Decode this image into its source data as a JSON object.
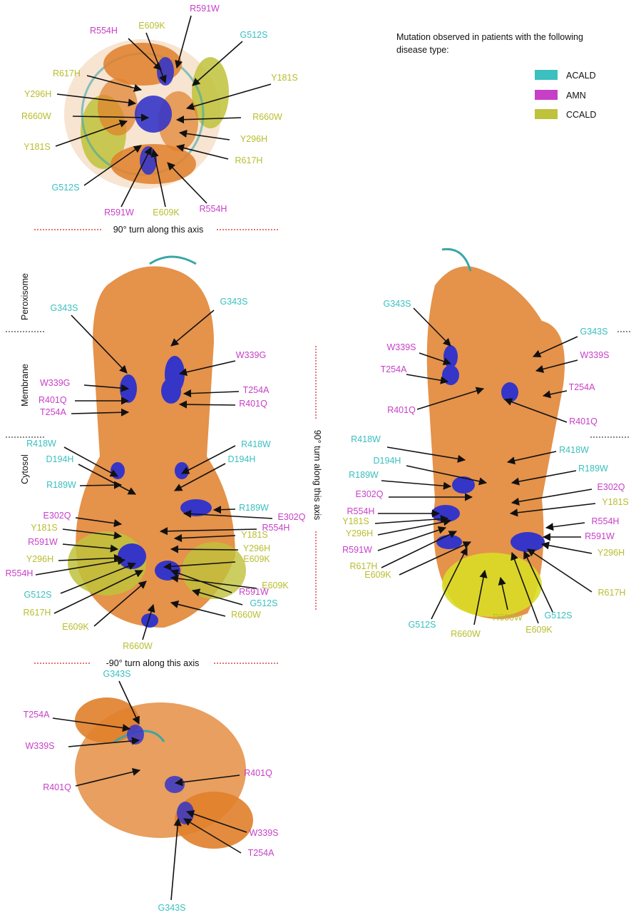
{
  "legend": {
    "title_line1": "Mutation observed in patients with the following",
    "title_line2": "disease type:",
    "items": [
      {
        "label": "ACALD",
        "color": "#3bbfbf"
      },
      {
        "label": "AMN",
        "color": "#c73fc7"
      },
      {
        "label": "CCALD",
        "color": "#bfc23b"
      }
    ]
  },
  "colors": {
    "ACALD": "#3bbfbf",
    "AMN": "#c73fc7",
    "CCALD": "#b9bd2e",
    "helix": "#e07f2a",
    "atoms": "#3535c8"
  },
  "axis_notes": {
    "top": "90° turn along this axis",
    "right": "90° turn along this axis",
    "bottom": "-90° turn along this axis"
  },
  "regions": {
    "peroxisome": "Peroxisome",
    "membrane": "Membrane",
    "cytosol": "Cytosol"
  },
  "views": {
    "top": [
      {
        "label": "R591W",
        "type": "AMN"
      },
      {
        "label": "E609K",
        "type": "CCALD"
      },
      {
        "label": "R554H",
        "type": "AMN"
      },
      {
        "label": "G512S",
        "type": "ACALD"
      },
      {
        "label": "Y181S",
        "type": "CCALD"
      },
      {
        "label": "R617H",
        "type": "CCALD"
      },
      {
        "label": "Y296H",
        "type": "CCALD"
      },
      {
        "label": "R660W",
        "type": "CCALD"
      },
      {
        "label": "R660W",
        "type": "CCALD"
      },
      {
        "label": "Y181S",
        "type": "CCALD"
      },
      {
        "label": "Y296H",
        "type": "CCALD"
      },
      {
        "label": "R617H",
        "type": "CCALD"
      },
      {
        "label": "G512S",
        "type": "ACALD"
      },
      {
        "label": "R591W",
        "type": "AMN"
      },
      {
        "label": "E609K",
        "type": "CCALD"
      },
      {
        "label": "R554H",
        "type": "AMN"
      }
    ],
    "side": [
      {
        "label": "G343S",
        "type": "ACALD"
      },
      {
        "label": "G343S",
        "type": "ACALD"
      },
      {
        "label": "W339G",
        "type": "AMN"
      },
      {
        "label": "W339G",
        "type": "AMN"
      },
      {
        "label": "T254A",
        "type": "AMN"
      },
      {
        "label": "R401Q",
        "type": "AMN"
      },
      {
        "label": "R401Q",
        "type": "AMN"
      },
      {
        "label": "T254A",
        "type": "AMN"
      },
      {
        "label": "R418W",
        "type": "ACALD"
      },
      {
        "label": "R418W",
        "type": "ACALD"
      },
      {
        "label": "D194H",
        "type": "ACALD"
      },
      {
        "label": "D194H",
        "type": "ACALD"
      },
      {
        "label": "R189W",
        "type": "ACALD"
      },
      {
        "label": "R189W",
        "type": "ACALD"
      },
      {
        "label": "E302Q",
        "type": "AMN"
      },
      {
        "label": "E302Q",
        "type": "AMN"
      },
      {
        "label": "R554H",
        "type": "AMN"
      },
      {
        "label": "Y181S",
        "type": "CCALD"
      },
      {
        "label": "Y181S",
        "type": "CCALD"
      },
      {
        "label": "Y296H",
        "type": "CCALD"
      },
      {
        "label": "R591W",
        "type": "AMN"
      },
      {
        "label": "E609K",
        "type": "CCALD"
      },
      {
        "label": "Y296H",
        "type": "CCALD"
      },
      {
        "label": "E609K",
        "type": "CCALD"
      },
      {
        "label": "R554H",
        "type": "AMN"
      },
      {
        "label": "R591W",
        "type": "AMN"
      },
      {
        "label": "G512S",
        "type": "ACALD"
      },
      {
        "label": "G512S",
        "type": "ACALD"
      },
      {
        "label": "R617H",
        "type": "CCALD"
      },
      {
        "label": "R660W",
        "type": "CCALD"
      },
      {
        "label": "E609K",
        "type": "CCALD"
      },
      {
        "label": "R660W",
        "type": "CCALD"
      }
    ],
    "right": [
      {
        "label": "G343S",
        "type": "ACALD"
      },
      {
        "label": "G343S",
        "type": "ACALD"
      },
      {
        "label": "W339S",
        "type": "AMN"
      },
      {
        "label": "W339S",
        "type": "AMN"
      },
      {
        "label": "T254A",
        "type": "AMN"
      },
      {
        "label": "T254A",
        "type": "AMN"
      },
      {
        "label": "R401Q",
        "type": "AMN"
      },
      {
        "label": "R401Q",
        "type": "AMN"
      },
      {
        "label": "R418W",
        "type": "ACALD"
      },
      {
        "label": "R418W",
        "type": "ACALD"
      },
      {
        "label": "D194H",
        "type": "ACALD"
      },
      {
        "label": "R189W",
        "type": "ACALD"
      },
      {
        "label": "R189W",
        "type": "ACALD"
      },
      {
        "label": "E302Q",
        "type": "AMN"
      },
      {
        "label": "E302Q",
        "type": "AMN"
      },
      {
        "label": "R554H",
        "type": "AMN"
      },
      {
        "label": "Y181S",
        "type": "CCALD"
      },
      {
        "label": "Y181S",
        "type": "CCALD"
      },
      {
        "label": "R554H",
        "type": "AMN"
      },
      {
        "label": "Y296H",
        "type": "CCALD"
      },
      {
        "label": "R591W",
        "type": "AMN"
      },
      {
        "label": "R591W",
        "type": "AMN"
      },
      {
        "label": "Y296H",
        "type": "CCALD"
      },
      {
        "label": "R617H",
        "type": "CCALD"
      },
      {
        "label": "E609K",
        "type": "CCALD"
      },
      {
        "label": "R617H",
        "type": "CCALD"
      },
      {
        "label": "G512S",
        "type": "ACALD"
      },
      {
        "label": "G512S",
        "type": "ACALD"
      },
      {
        "label": "R660W",
        "type": "CCALD"
      },
      {
        "label": "R660W",
        "type": "CCALD"
      },
      {
        "label": "E609K",
        "type": "CCALD"
      }
    ],
    "bottom": [
      {
        "label": "G343S",
        "type": "ACALD"
      },
      {
        "label": "T254A",
        "type": "AMN"
      },
      {
        "label": "W339S",
        "type": "AMN"
      },
      {
        "label": "R401Q",
        "type": "AMN"
      },
      {
        "label": "R401Q",
        "type": "AMN"
      },
      {
        "label": "W339S",
        "type": "AMN"
      },
      {
        "label": "T254A",
        "type": "AMN"
      },
      {
        "label": "G343S",
        "type": "ACALD"
      }
    ]
  }
}
